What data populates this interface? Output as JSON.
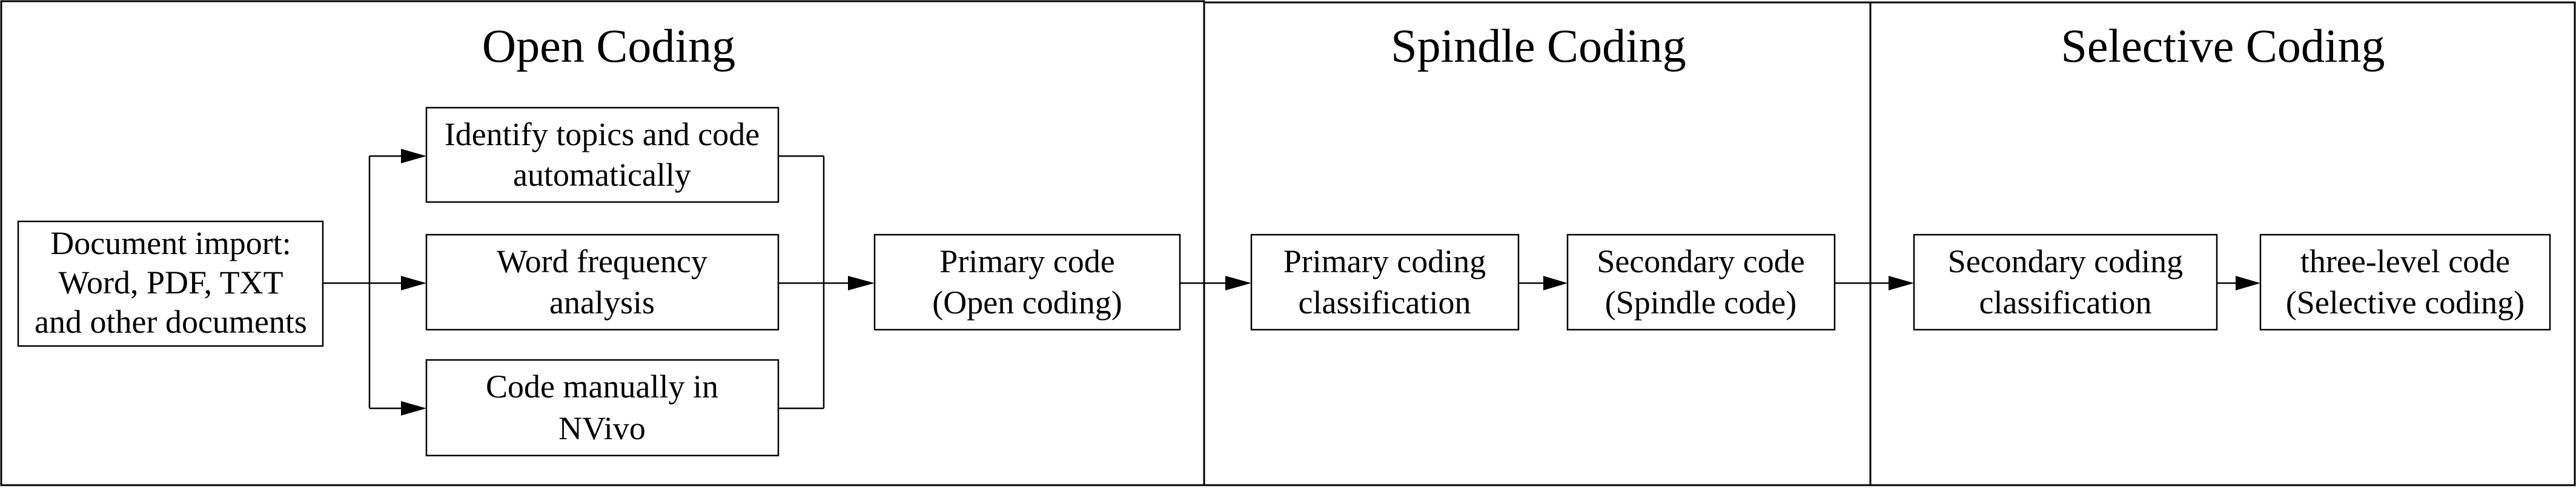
{
  "diagram": {
    "panels": [
      {
        "id": "open",
        "title": "Open Coding"
      },
      {
        "id": "spindle",
        "title": "Spindle Coding"
      },
      {
        "id": "selective",
        "title": "Selective Coding"
      }
    ],
    "boxes": {
      "import": {
        "line1": "Document import:",
        "line2": "Word, PDF, TXT",
        "line3": "and other documents"
      },
      "auto": {
        "line1": "Identify topics and code",
        "line2": "automatically"
      },
      "freq": {
        "line1": "Word frequency",
        "line2": "analysis"
      },
      "manual": {
        "line1": "Code manually in",
        "line2": "NVivo"
      },
      "primary_code": {
        "line1": "Primary code",
        "line2": "(Open coding)"
      },
      "primary_class": {
        "line1": "Primary coding",
        "line2": "classification"
      },
      "secondary_code": {
        "line1": "Secondary code",
        "line2": "(Spindle code)"
      },
      "secondary_class": {
        "line1": "Secondary coding",
        "line2": "classification"
      },
      "third_code": {
        "line1": "three-level code",
        "line2": "(Selective coding)"
      }
    }
  }
}
